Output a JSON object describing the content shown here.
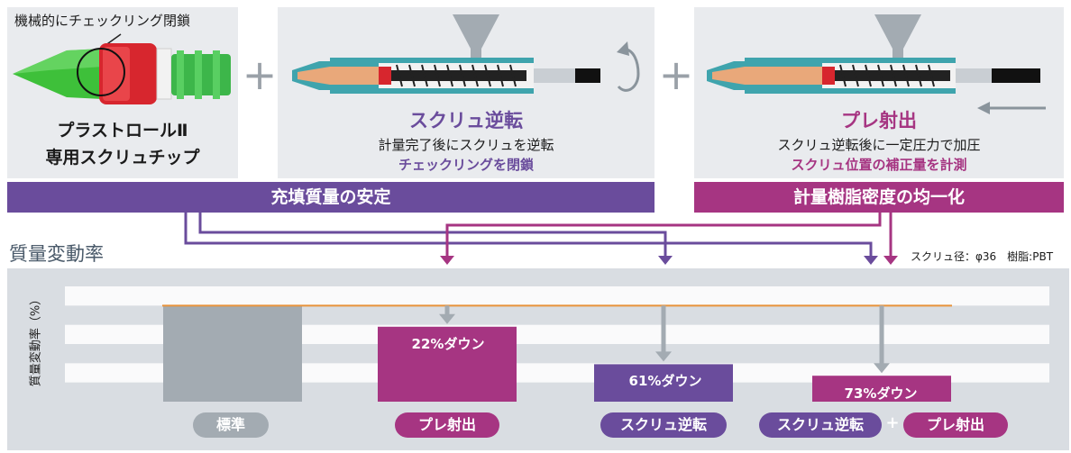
{
  "tip_panel": {
    "callout": "機械的にチェックリング閉鎖",
    "title_line1": "プラストロールⅡ",
    "title_line2": "専用スクリュチップ"
  },
  "plus_sign": "+",
  "reverse_panel": {
    "title": "スクリュ逆転",
    "line1": "計量完了後にスクリュを逆転",
    "line2": "チェックリングを閉鎖"
  },
  "preinject_panel": {
    "title": "プレ射出",
    "line1": "スクリュ逆転後に一定圧力で加圧",
    "line2": "スクリュ位置の補正量を計測"
  },
  "bands": {
    "left": "充填質量の安定",
    "right": "計量樹脂密度の均一化"
  },
  "chart_heading": "質量変動率",
  "conditions": "スクリュ径：φ36　樹脂:PBT",
  "colors": {
    "purple": "#6a4c9c",
    "magenta": "#a63582",
    "gray": "#a3abb2",
    "orange": "#e8923a",
    "panel": "#e9ebee"
  },
  "chart_data": {
    "type": "bar",
    "ylabel": "質量変動率（%）",
    "categories": [
      "標準",
      "プレ射出",
      "スクリュ逆転",
      "スクリュ逆転 + プレ射出"
    ],
    "values": [
      100,
      78,
      39,
      27
    ],
    "data_labels": [
      "",
      "22%ダウン",
      "61%ダウン",
      "73%ダウン"
    ],
    "reference_value": 100,
    "ylim": [
      0,
      120
    ],
    "grid": true
  },
  "pills": {
    "p0": "標準",
    "p1": "プレ射出",
    "p2": "スクリュ逆転",
    "p3a": "スクリュ逆転",
    "plus": "+",
    "p3b": "プレ射出"
  }
}
